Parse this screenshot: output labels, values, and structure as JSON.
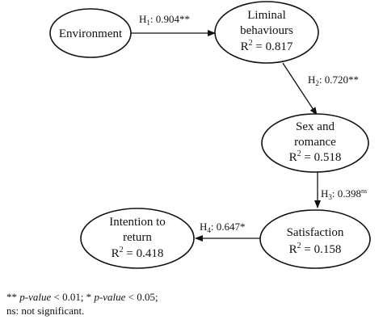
{
  "nodes": {
    "environment": {
      "lines": [
        "Environment"
      ]
    },
    "liminal": {
      "lines": [
        "Liminal",
        "behaviours"
      ],
      "r2": "0.817"
    },
    "sex": {
      "lines": [
        "Sex and",
        "romance"
      ],
      "r2": "0.518"
    },
    "satisfaction": {
      "lines": [
        "Satisfaction"
      ],
      "r2": "0.158"
    },
    "intention": {
      "lines": [
        "Intention to",
        "return"
      ],
      "r2": "0.418"
    }
  },
  "r2_label": {
    "letter": "R",
    "exp": "2",
    "eq": " = "
  },
  "edges": {
    "h1": {
      "h": "H",
      "num": "1",
      "value": ": 0.904",
      "sig": "**"
    },
    "h2": {
      "h": "H",
      "num": "2",
      "value": ": 0.720",
      "sig": "**"
    },
    "h3": {
      "h": "H",
      "num": "3",
      "value": ": 0.398",
      "sig": "ns"
    },
    "h4": {
      "h": "H",
      "num": "4",
      "value": ": 0.647",
      "sig": "*"
    }
  },
  "footnote": {
    "line1": {
      "part1": "** ",
      "pvalue1": "p-value",
      "part2": " < 0.01; * ",
      "pvalue2": "p-value",
      "part3": " < 0.05;"
    },
    "line2": "ns: not significant."
  }
}
